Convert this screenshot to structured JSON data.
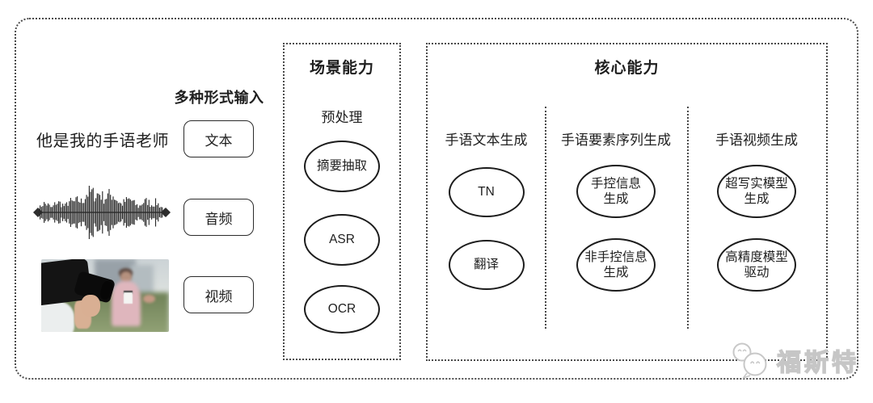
{
  "input_section": {
    "heading": "多种形式输入",
    "sample_text": "他是我的手语老师",
    "items": [
      {
        "label": "文本"
      },
      {
        "label": "音频"
      },
      {
        "label": "视频"
      }
    ]
  },
  "scene_box": {
    "title": "场景能力",
    "group_label": "预处理",
    "nodes": [
      "摘要抽取",
      "ASR",
      "OCR"
    ]
  },
  "core_box": {
    "title": "核心能力",
    "columns": [
      {
        "header": "手语文本生成",
        "nodes": [
          "TN",
          "翻译"
        ]
      },
      {
        "header": "手语要素序列生成",
        "nodes": [
          "手控信息\n生成",
          "非手控信息\n生成"
        ]
      },
      {
        "header": "手语视频生成",
        "nodes": [
          "超写实模型\n生成",
          "高精度模型\n驱动"
        ]
      }
    ]
  },
  "watermark": {
    "label": "福斯特"
  },
  "colors": {
    "line": "#1c1c1c",
    "dotted_border": "#4a4a4a",
    "watermark": "#c6c6c6"
  }
}
